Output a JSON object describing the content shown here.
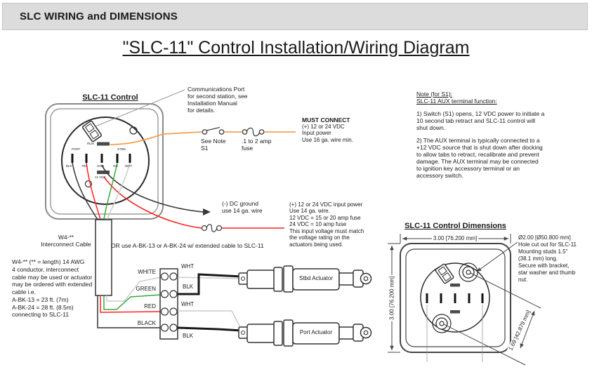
{
  "header": {
    "title": "SLC WIRING and DIMENSIONS"
  },
  "page_title": "\"SLC-11\" Control Installation/Wiring Diagram",
  "control": {
    "label": "SLC-11 Control",
    "run_label": "RUN",
    "vdc_label": "12 VDC",
    "port_label": "PORT",
    "stbd_label": "STBD",
    "pin_labels": [
      "BLK",
      "RD",
      "GND",
      "GN",
      "WHT"
    ]
  },
  "annotations": {
    "comms_port": "Communications Port\nfor second station, see\nInstallation Manual\nfor details.",
    "see_note": "See Note\nS1",
    "small_fuse": ".1 to 2 amp\nfuse",
    "must_connect_title": "MUST CONNECT",
    "must_connect_body": "(+) 12 or 24 VDC\nInput power\nUse 16 ga. wire min.",
    "dc_ground": "(-) DC ground\nuse 14 ga. wire",
    "input_power": "(+) 12 or 24 VDC input power\nUse 14 ga. wire.\n12 VDC = 15 or 20 amp fuse\n24 VDC = 10 amp fuse\nThis input voltage must match\nthe voltage rating on the\nactuators being used.",
    "or_use": "OR use A-BK-13 or A-BK-24 w/ extended cable to SLC-11"
  },
  "note_s1": {
    "heading1": "Note (for S1):",
    "heading2": "SLC-11 AUX terminal function:",
    "para1": "1) Switch (S1) opens, 12 VDC power to initiate a\n10 second tab retract and SLC-11 control will\nshut down.",
    "para2": "2) The AUX terminal is typically connected to a\n+12 VDC source that is shut down after docking\nto allow tabs to retract, recalibrate and prevent\ndamage. The AUX terminal may be connected\nto ignition key accessory terminal or an\naccessory switch."
  },
  "interconnect": {
    "label": "W4-**\nInterconnect Cable",
    "body": "W4-** (** = length) 14 AWG\n4 conductor, interconnect\ncable may be used or actuator\nmay be ordered with extended\ncable i.e.\nA-BK-13 = 23 ft. (7m)\nA-BK-24 = 28 ft. (8.5m)\nconnecting to SLC-11"
  },
  "terminal_strip": {
    "left_labels": [
      "WHITE",
      "GREEN",
      "RED",
      "BLACK"
    ],
    "right_labels": [
      "WHT",
      "BLK",
      "WHT",
      "BLK"
    ]
  },
  "actuators": {
    "stbd": "Stbd Actuator",
    "port": "Port Actuator"
  },
  "dimensions": {
    "title": "SLC-11 Control Dimensions",
    "width": "3.00 [76.200 mm]",
    "height": "3.00 [76.200 mm]",
    "diagonal": "1.69 [42.879 mm]",
    "hole_note": "Ø2.00 [Ø50.800 mm]\nHole cut out for SLC-11\nMounting studs 1.5\"\n(38.1 mm) long.\nSecure with bracket,\nstar washer and thumb\nnut."
  },
  "colors": {
    "header_bg": "#dcdcdc",
    "wire_orange": "#f2a254",
    "wire_red": "#ff2222",
    "wire_green": "#3aa83a",
    "wire_white": "#cccccc",
    "wire_black": "#333333"
  }
}
